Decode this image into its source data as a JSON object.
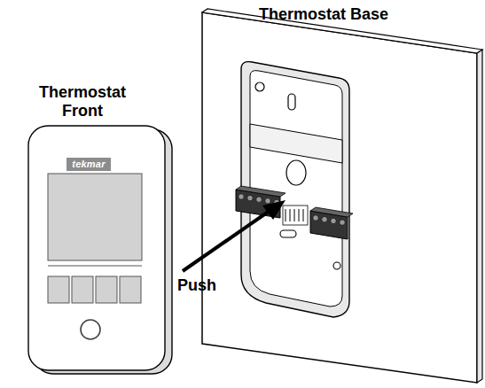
{
  "diagram": {
    "labels": [
      "Thermostat Front",
      "Thermostat Base",
      "Push",
      "tekmar"
    ]
  }
}
